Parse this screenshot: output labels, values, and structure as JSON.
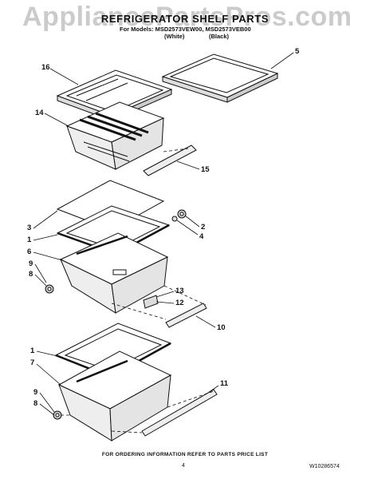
{
  "watermark": "AppliancePartsPros.com",
  "header": {
    "title": "REFRIGERATOR SHELF PARTS",
    "models_line": "For Models: MSD2573VEW00, MSD2573VEB00",
    "color_white": "(White)",
    "color_black": "(Black)"
  },
  "callouts": {
    "c16": "16",
    "c5": "5",
    "c14": "14",
    "c15": "15",
    "c3": "3",
    "c2": "2",
    "c4": "4",
    "c1a": "1",
    "c6": "6",
    "c9a": "9",
    "c8a": "8",
    "c13": "13",
    "c12": "12",
    "c10": "10",
    "c1b": "1",
    "c7": "7",
    "c11": "11",
    "c9b": "9",
    "c8b": "8"
  },
  "footer": {
    "ordering_note": "FOR ORDERING INFORMATION REFER TO PARTS PRICE LIST",
    "page_number": "4",
    "document_number": "W10286574"
  }
}
